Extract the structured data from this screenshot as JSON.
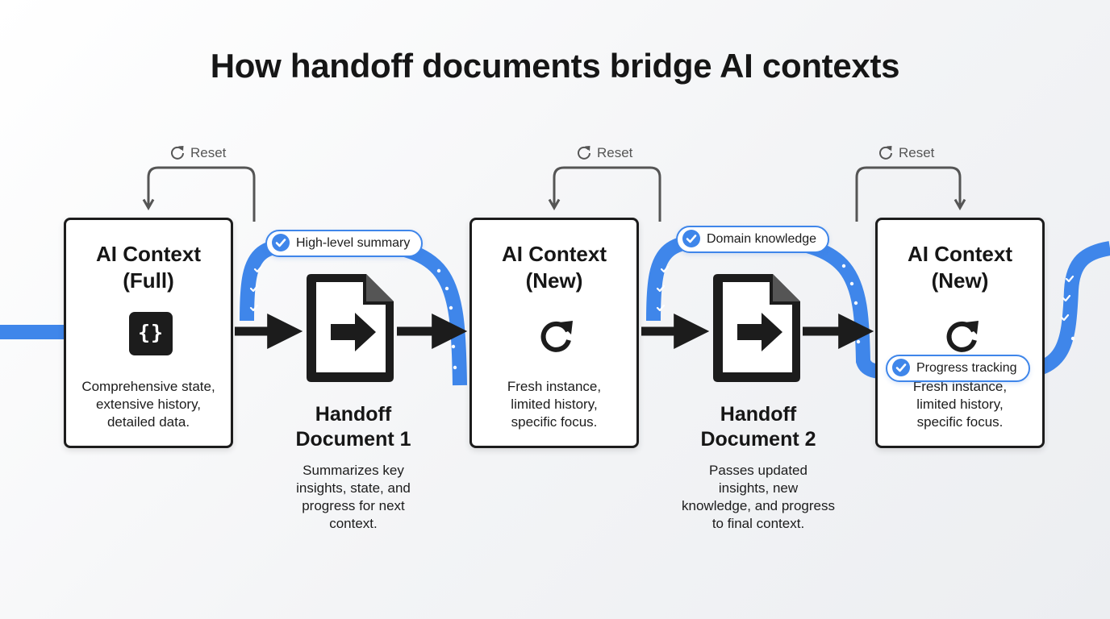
{
  "title": "How handoff documents bridge AI contexts",
  "reset_label": "Reset",
  "contexts": [
    {
      "title": "AI Context\n(Full)",
      "icon": "code-braces-icon",
      "description": "Comprehensive state,\nextensive history,\ndetailed data."
    },
    {
      "title": "AI Context\n(New)",
      "icon": "refresh-icon",
      "description": "Fresh instance,\nlimited history,\nspecific focus."
    },
    {
      "title": "AI Context\n(New)",
      "icon": "refresh-icon",
      "description": "Fresh instance,\nlimited history,\nspecific focus."
    }
  ],
  "handoffs": [
    {
      "title": "Handoff\nDocument 1",
      "icon": "document-arrow-icon",
      "description": "Summarizes key\ninsights, state, and\nprogress for next\ncontext."
    },
    {
      "title": "Handoff\nDocument 2",
      "icon": "document-arrow-icon",
      "description": "Passes updated\ninsights, new\nknowledge, and progress\nto final context."
    }
  ],
  "tags": [
    {
      "label": "High-level summary"
    },
    {
      "label": "Domain knowledge"
    },
    {
      "label": "Progress tracking"
    }
  ],
  "colors": {
    "accent": "#3f86ea",
    "ink": "#1c1c1c",
    "loop": "#555555"
  },
  "icons": {
    "code": "{}"
  }
}
